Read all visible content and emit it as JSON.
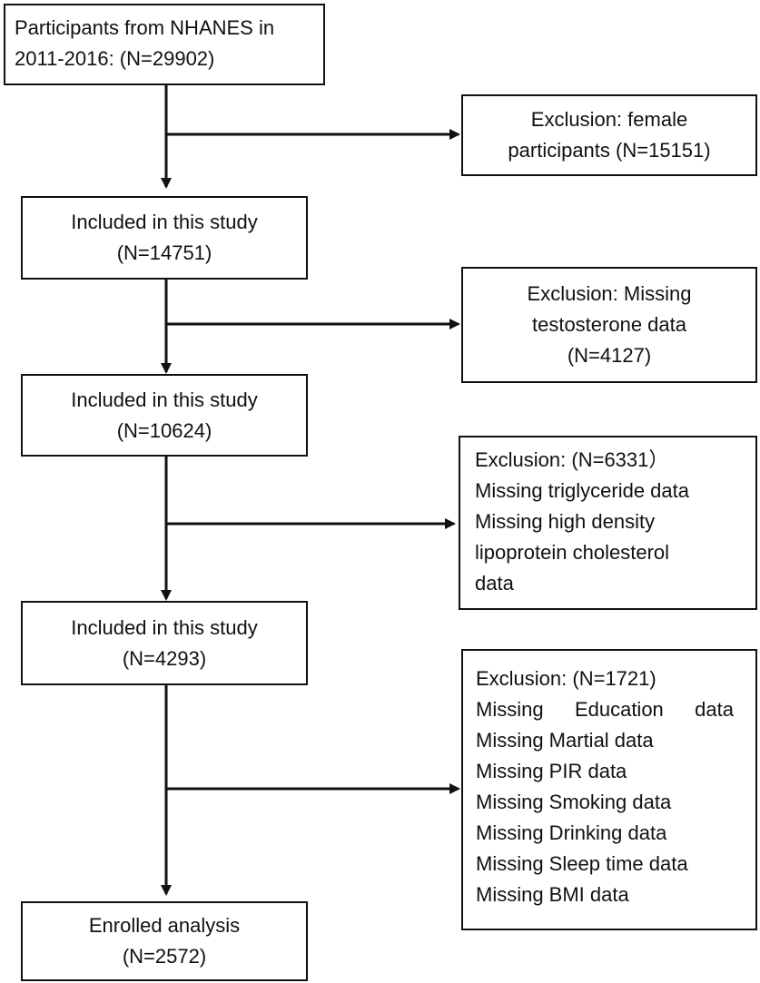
{
  "boxes": {
    "participants": [
      "Participants from NHANES in",
      "2011-2016: (N=29902)"
    ],
    "excl_female": [
      "Exclusion: female",
      "participants (N=15151)"
    ],
    "included_1": [
      "Included in this study",
      "(N=14751)"
    ],
    "excl_testosterone": [
      "Exclusion: Missing",
      "testosterone data",
      "(N=4127)"
    ],
    "included_2": [
      "Included in this study",
      "(N=10624)"
    ],
    "excl_lipid": [
      "Exclusion: (N=6331）",
      "Missing triglyceride data",
      "Missing high density",
      "lipoprotein cholesterol",
      "data"
    ],
    "included_3": [
      "Included in this study",
      "(N=4293)"
    ],
    "excl_covariates": {
      "header": "Exclusion: (N=1721)",
      "education": [
        "Missing",
        "Education",
        "data"
      ],
      "items": [
        "Missing Martial data",
        "Missing PIR data",
        "Missing Smoking data",
        "Missing Drinking data",
        "Missing Sleep time data",
        "Missing BMI data"
      ]
    },
    "enrolled": [
      "Enrolled analysis",
      "(N=2572)"
    ]
  }
}
